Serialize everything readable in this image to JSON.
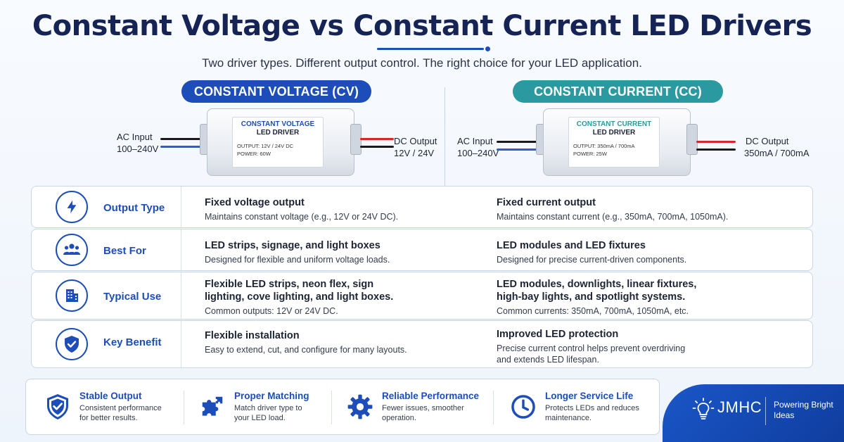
{
  "header": {
    "title": "Constant Voltage vs Constant Current LED Drivers",
    "subtitle": "Two driver types. Different output control. The right choice for your LED application."
  },
  "cv": {
    "badge": "CONSTANT VOLTAGE (CV)",
    "label_line1": "CONSTANT VOLTAGE",
    "label_line2": "LED DRIVER",
    "spec_output": "OUTPUT:  12V / 24V DC",
    "spec_power": "POWER: 60W",
    "input_title": "AC Input",
    "input_value": "100–240V",
    "output_title": "DC Output",
    "output_value": "12V / 24V"
  },
  "cc": {
    "badge": "CONSTANT CURRENT (CC)",
    "label_line1": "CONSTANT CURRENT",
    "label_line2": "LED DRIVER",
    "spec_output": "OUTPUT:  350mA / 700mA",
    "spec_power": "POWER: 25W",
    "input_title": "AC Input",
    "input_value": "100–240V",
    "output_title": "DC Output",
    "output_value": "350mA / 700mA"
  },
  "rows": [
    {
      "label": "Output Type",
      "icon": "lightning-icon",
      "cv_head": "Fixed voltage output",
      "cv_text": "Maintains constant voltage (e.g., 12V or 24V DC).",
      "cc_head": "Fixed current output",
      "cc_text": "Maintains constant current (e.g., 350mA, 700mA, 1050mA)."
    },
    {
      "label": "Best For",
      "icon": "users-icon",
      "cv_head": "LED strips, signage, and light boxes",
      "cv_text": "Designed for flexible and uniform voltage loads.",
      "cc_head": "LED modules and LED fixtures",
      "cc_text": "Designed for precise current-driven components."
    },
    {
      "label": "Typical Use",
      "icon": "building-icon",
      "cv_head": "Flexible LED strips, neon flex, sign lighting, cove lighting, and light boxes.",
      "cv_text": "Common outputs: 12V or 24V DC.",
      "cc_head": "LED modules, downlights, linear fixtures, high-bay lights, and spotlight systems.",
      "cc_text": "Common currents: 350mA, 700mA, 1050mA, etc."
    },
    {
      "label": "Key Benefit",
      "icon": "shield-check-icon",
      "cv_head": "Flexible installation",
      "cv_text": "Easy to extend, cut, and configure for many layouts.",
      "cc_head": "Improved LED protection",
      "cc_text": "Precise current control helps prevent overdriving and extends LED lifespan."
    }
  ],
  "benefits": [
    {
      "title": "Stable Output",
      "text": "Consistent performance for better results.",
      "icon": "shield-check-icon"
    },
    {
      "title": "Proper Matching",
      "text": "Match driver type to your LED load.",
      "icon": "puzzle-icon"
    },
    {
      "title": "Reliable Performance",
      "text": "Fewer issues, smoother operation.",
      "icon": "gear-icon"
    },
    {
      "title": "Longer Service Life",
      "text": "Protects LEDs and reduces maintenance.",
      "icon": "clock-icon"
    }
  ],
  "brand": {
    "name": "JMHC",
    "tagline": "Powering Bright Ideas",
    "icon": "lightbulb-icon"
  },
  "colors": {
    "navy": "#152355",
    "cv_blue": "#1d4db8",
    "cc_teal": "#2a9aa0",
    "wire_black": "#1a1a1a",
    "wire_blue": "#2f5bd6",
    "wire_red": "#d8262b"
  }
}
